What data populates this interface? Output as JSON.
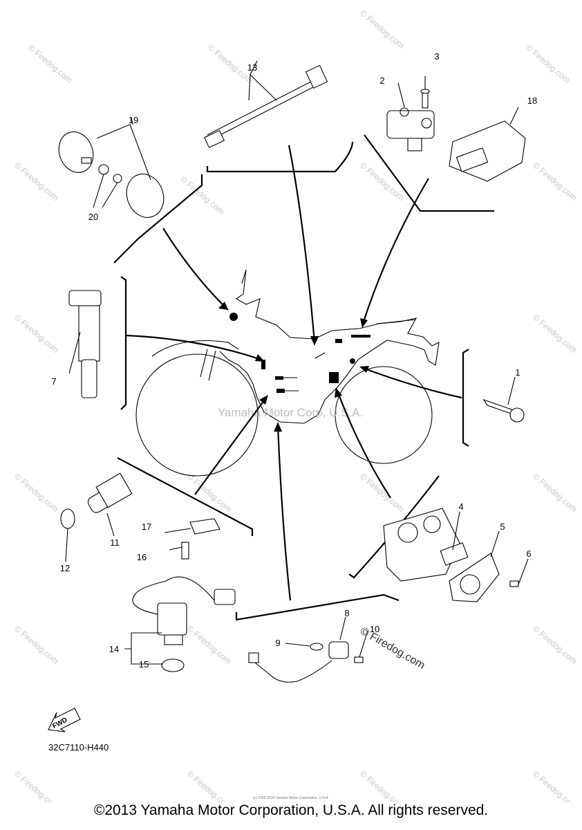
{
  "watermarks": {
    "center": "Yamaha Motor Corp, U.S.A.",
    "tile": "© Firedog.com",
    "brand": "© Firedog.com",
    "fine_print": "(c) 2005-2015 Yamaha Motor Corporation, U.S.A."
  },
  "diagram_code": "32C7110-H440",
  "fwd_label": "FWD",
  "callouts": [
    {
      "n": "1"
    },
    {
      "n": "2"
    },
    {
      "n": "3"
    },
    {
      "n": "4"
    },
    {
      "n": "5"
    },
    {
      "n": "6"
    },
    {
      "n": "7"
    },
    {
      "n": "8"
    },
    {
      "n": "9"
    },
    {
      "n": "10"
    },
    {
      "n": "11"
    },
    {
      "n": "12"
    },
    {
      "n": "13"
    },
    {
      "n": "14"
    },
    {
      "n": "15"
    },
    {
      "n": "16"
    },
    {
      "n": "17"
    },
    {
      "n": "18"
    },
    {
      "n": "19"
    },
    {
      "n": "20"
    }
  ],
  "copyright": "©2013 Yamaha Motor Corporation, U.S.A. All rights reserved."
}
